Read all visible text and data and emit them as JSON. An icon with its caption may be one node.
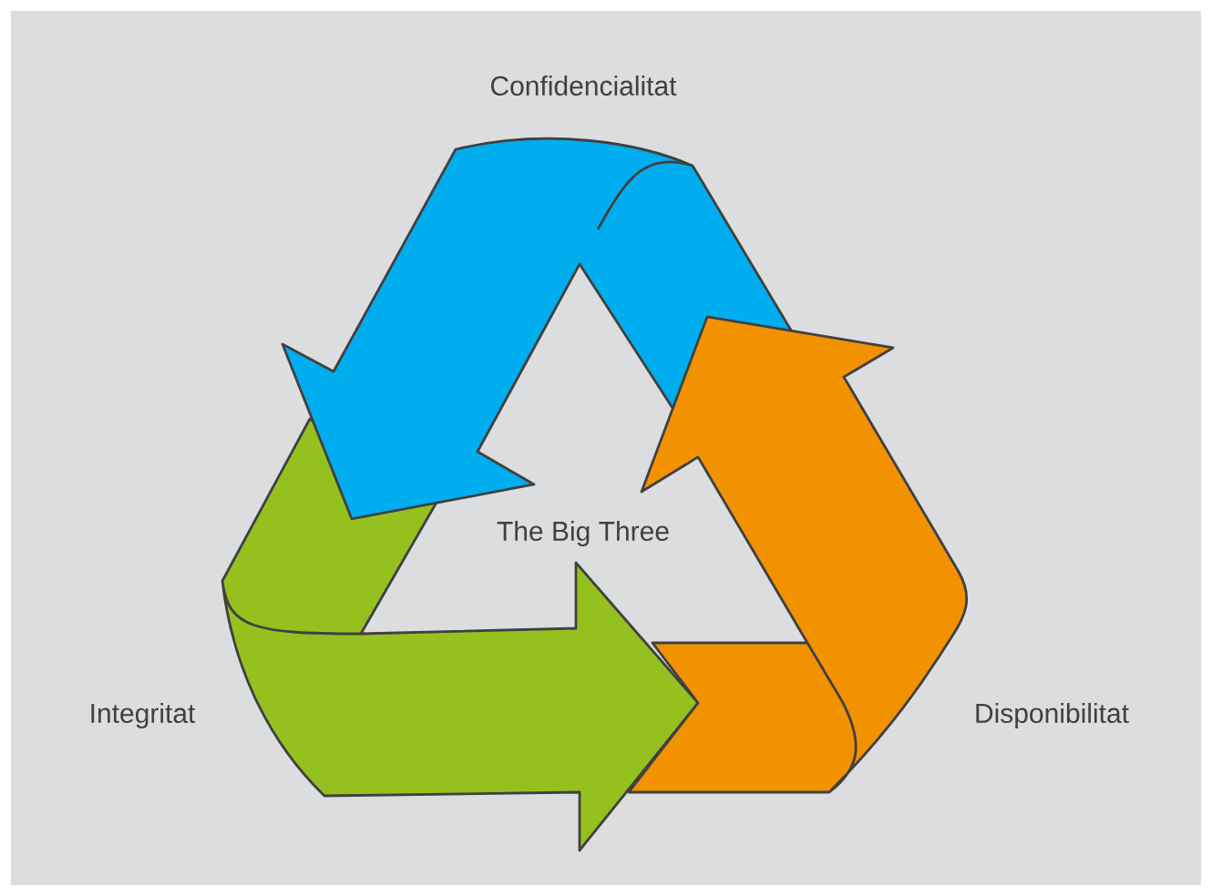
{
  "diagram": {
    "labels": [
      "Confidencialitat",
      "The Big Three",
      "Integritat",
      "Disponibilitat"
    ]
  }
}
